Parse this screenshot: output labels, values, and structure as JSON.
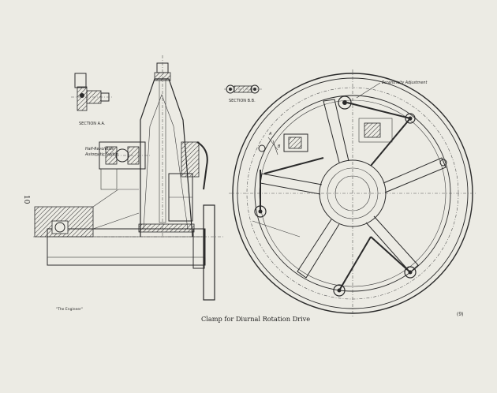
{
  "labels": {
    "section_aa": "SECTION A.A.",
    "section_bb": "SECTION B.B.",
    "switch_line1": "Half-Revolution",
    "switch_line2": "Automatic Switch",
    "eccentricity": "Eccentricity Adjustment",
    "marker_a": "A",
    "marker_b": "B",
    "page_number": "10",
    "engineer_credit": "\"The Engineer\"",
    "caption": "Clamp for Diurnal Rotation Drive",
    "figure_mark": "(9)"
  }
}
